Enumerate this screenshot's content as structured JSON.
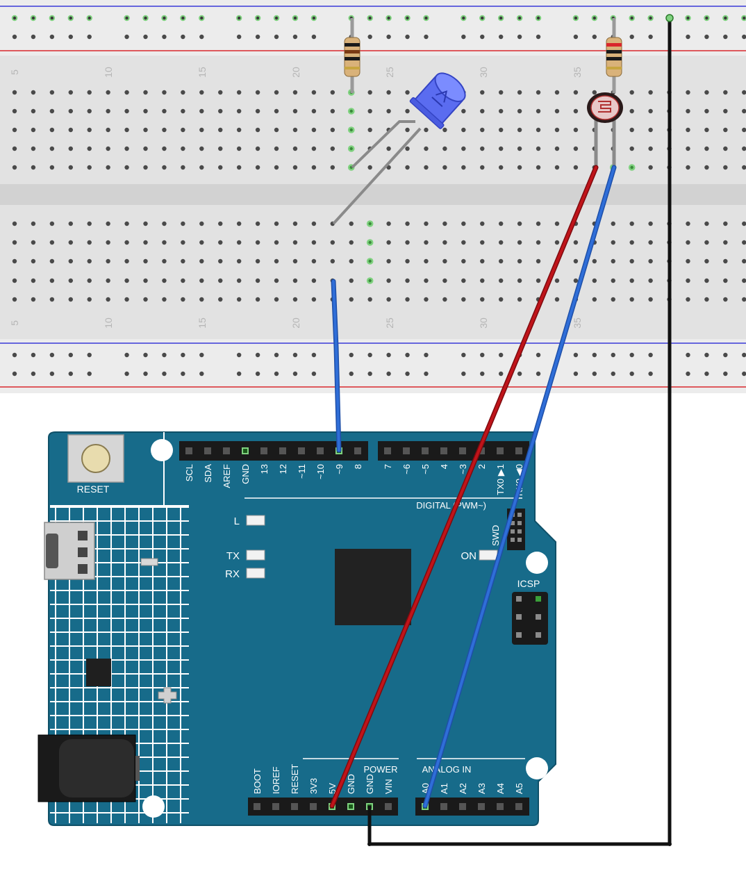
{
  "breadboard": {
    "column_numbers_top": [
      "5",
      "10",
      "15",
      "20",
      "25",
      "30",
      "35"
    ],
    "column_numbers_bottom": [
      "5",
      "10",
      "15",
      "20",
      "25",
      "30",
      "35"
    ]
  },
  "board": {
    "reset_label": "RESET",
    "digital_header_labels": [
      "SCL",
      "SDA",
      "AREF",
      "GND",
      "13",
      "12",
      "~11",
      "~10",
      "~9",
      "8"
    ],
    "digital_header_labels_right": [
      "7",
      "~6",
      "~5",
      "4",
      "~3",
      "2",
      "TX0 ▶1",
      "RX0 ◀0"
    ],
    "digital_label": "DIGITAL (PWM~)",
    "swd_label": "SWD",
    "led_labels": {
      "l": "L",
      "tx": "TX",
      "rx": "RX",
      "on": "ON"
    },
    "icsp_label": "ICSP",
    "power_header_labels": [
      "BOOT",
      "IOREF",
      "RESET",
      "3V3",
      "5V",
      "GND",
      "GND",
      "VIN"
    ],
    "power_label": "POWER",
    "analog_label": "ANALOG IN",
    "analog_header_labels": [
      "A0",
      "A1",
      "A2",
      "A3",
      "A4",
      "A5"
    ]
  },
  "wires": [
    {
      "name": "led-to-pin9-wire",
      "color": "#2f6ed8"
    },
    {
      "name": "5v-to-ldr-wire",
      "color": "#c0141a"
    },
    {
      "name": "a0-to-ldr-wire",
      "color": "#2f6ed8"
    },
    {
      "name": "gnd-to-rail-wire",
      "color": "#111111"
    }
  ],
  "colors": {
    "board_teal": "#176b8a",
    "breadboard": "#e4e4e4",
    "rail_red": "#d9262c",
    "rail_blue": "#3a3ad8",
    "active_hole": "#7fd17f",
    "led_blue": "#5a6cf0"
  }
}
